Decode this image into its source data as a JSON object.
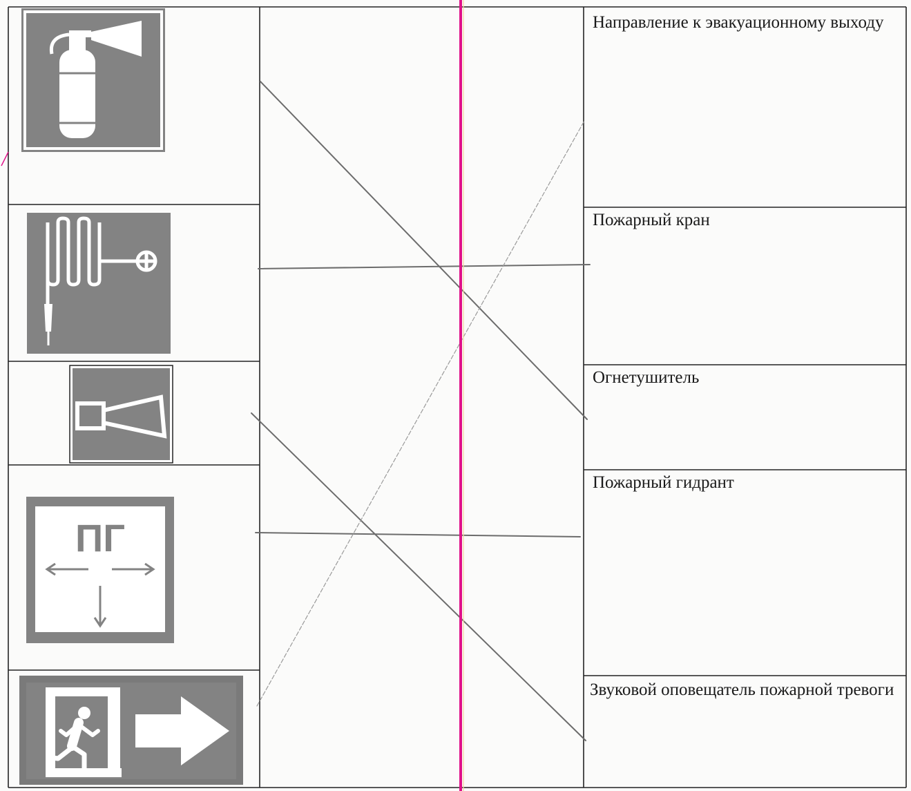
{
  "sign_labels": {
    "pg_text": "ПГ"
  },
  "right_column": {
    "items": [
      {
        "text": "Направление к эвакуационному выходу"
      },
      {
        "text": "Пожарный кран"
      },
      {
        "text": "Огнетушитель"
      },
      {
        "text": "Пожарный гидрант"
      },
      {
        "text": "Звуковой оповещатель пожарной тревоги"
      }
    ]
  },
  "left_column": {
    "signs": [
      {
        "icon": "fire-extinguisher-icon"
      },
      {
        "icon": "fire-hose-reel-icon"
      },
      {
        "icon": "fire-alarm-horn-icon"
      },
      {
        "icon": "fire-hydrant-pg-icon"
      },
      {
        "icon": "emergency-exit-right-icon"
      }
    ]
  },
  "colors": {
    "sign_gray": "#838383",
    "margin_line": "#e0128a",
    "pencil": "#6c6c6c",
    "table_line": "#222222"
  }
}
